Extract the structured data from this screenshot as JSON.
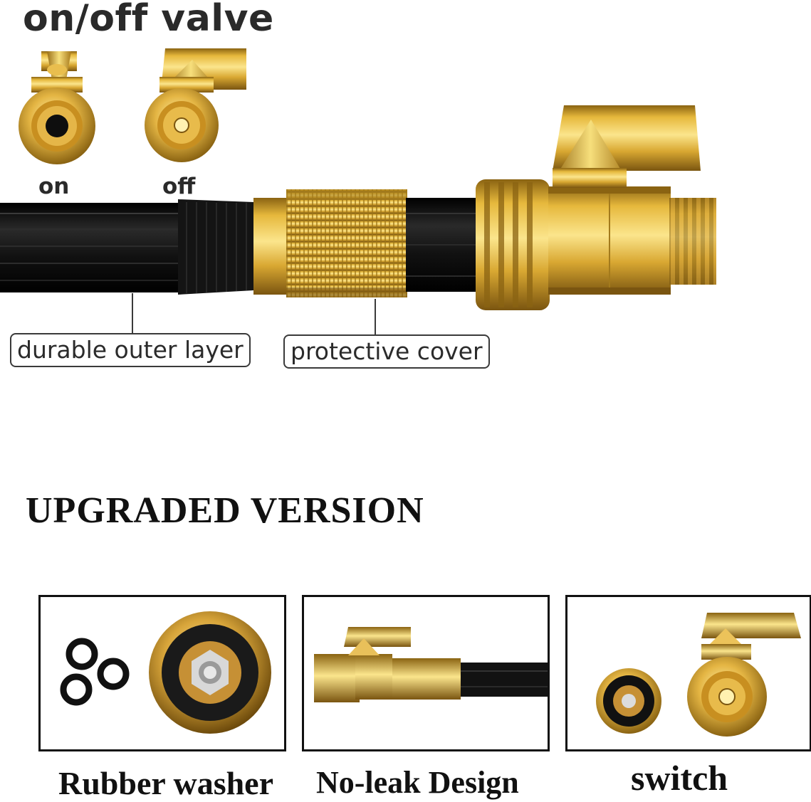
{
  "header": {
    "title": "on/off valve"
  },
  "valve_states": {
    "on_label": "on",
    "off_label": "off"
  },
  "callouts": {
    "outer_layer": "durable outer layer",
    "cover": "protective cover"
  },
  "section": {
    "title": "UPGRADED VERSION"
  },
  "panels": [
    {
      "caption": "Rubber washer"
    },
    {
      "caption": "No-leak Design"
    },
    {
      "caption": "switch"
    }
  ],
  "colors": {
    "brass": "#d9a832",
    "brass_light": "#f6dc78",
    "brass_dark": "#8a6312",
    "hose": "#111111",
    "text": "#2a2a2a"
  }
}
